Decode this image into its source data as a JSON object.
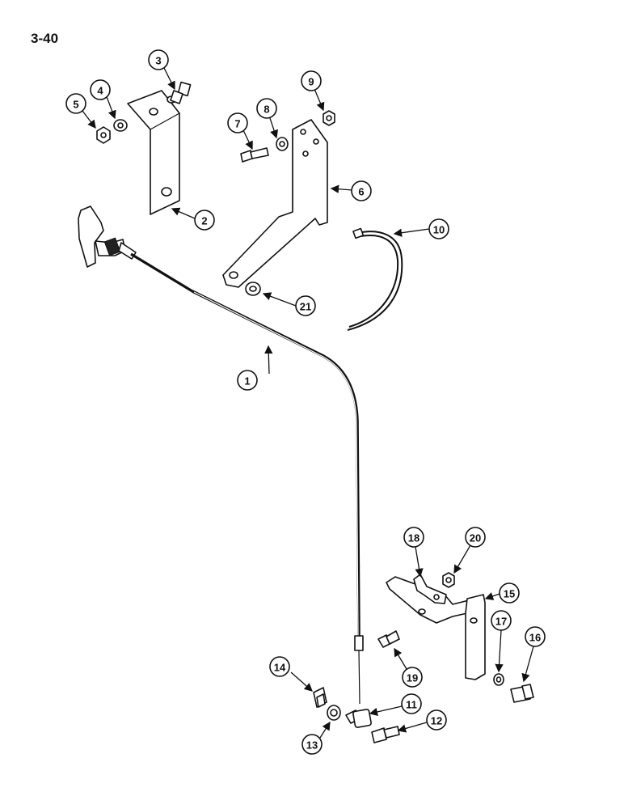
{
  "page_number": "3-40",
  "callouts": [
    "1",
    "2",
    "3",
    "4",
    "5",
    "6",
    "7",
    "8",
    "9",
    "10",
    "11",
    "12",
    "13",
    "14",
    "15",
    "16",
    "17",
    "18",
    "19",
    "20",
    "21"
  ]
}
